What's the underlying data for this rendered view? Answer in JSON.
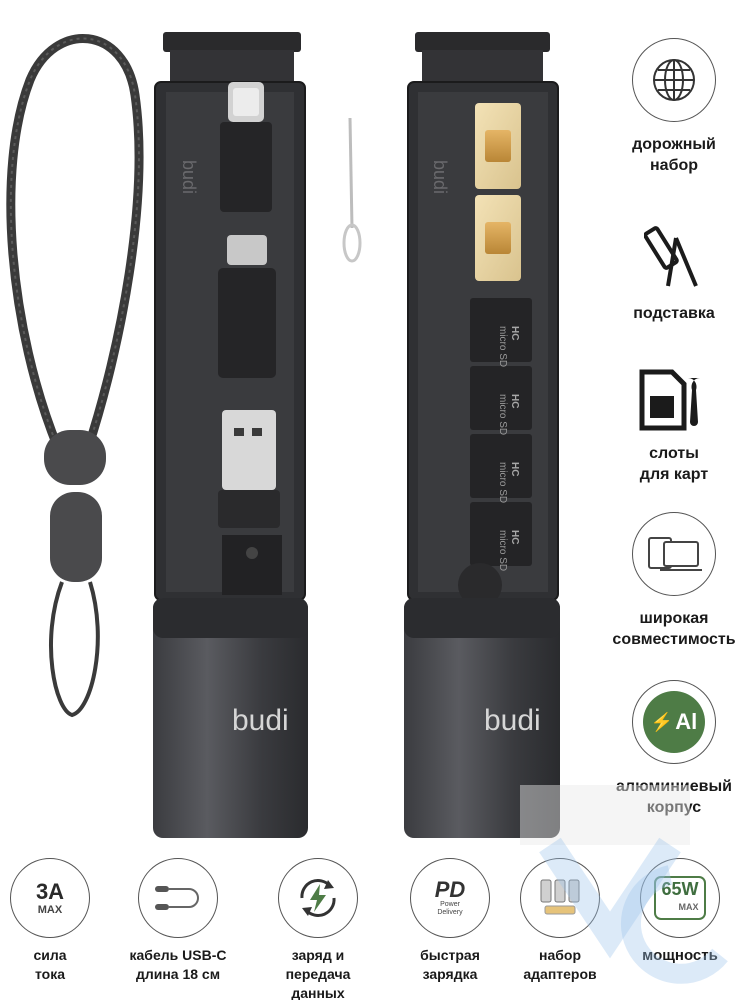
{
  "product": {
    "brand_logo_left": "budi",
    "brand_logo_right": "budi",
    "strap_color": "#3a3a3a",
    "body_color": "#2e2f33",
    "accent_green": "#4e7c46"
  },
  "features": [
    {
      "icon": "globe-icon",
      "label_line1": "дорожный",
      "label_line2": "набор"
    },
    {
      "icon": "stand-icon",
      "label_line1": "подставка",
      "label_line2": ""
    },
    {
      "icon": "sim-card-wrench-icon",
      "label_line1": "слоты",
      "label_line2": "для карт"
    },
    {
      "icon": "laptop-screen-icon",
      "label_line1": "широкая",
      "label_line2": "совместимость"
    },
    {
      "icon": "aluminium-al-icon",
      "label_line1": "алюминиевый",
      "label_line2": "корпус",
      "badge_text": "Al"
    }
  ],
  "bottom": [
    {
      "icon": "3a-max-badge",
      "badge_main": "3A",
      "badge_sub": "MAX",
      "label_line1": "сила",
      "label_line2": "тока"
    },
    {
      "icon": "usb-c-cable-icon",
      "label_line1": "кабель USB-C",
      "label_line2": "длина 18 см"
    },
    {
      "icon": "charge-sync-icon",
      "label_line1": "заряд и",
      "label_line2": "передача данных"
    },
    {
      "icon": "power-delivery-icon",
      "badge_main": "PD",
      "badge_sub1": "Power",
      "badge_sub2": "Delivery",
      "label_line1": "быстрая",
      "label_line2": "зарядка"
    },
    {
      "icon": "adapter-set-icon",
      "label_line1": "набор",
      "label_line2": "адаптеров"
    },
    {
      "icon": "65w-max-badge",
      "badge_main": "65W",
      "badge_sub": "MAX",
      "label_line1": "мощность",
      "label_line2": ""
    }
  ],
  "card_labels": {
    "top": "micro",
    "bottom": "HC"
  }
}
